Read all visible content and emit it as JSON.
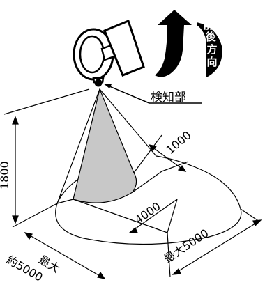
{
  "labels": {
    "detector": "検知部",
    "direction_chars": [
      "前",
      "後",
      "方",
      "向"
    ],
    "height": "1800",
    "inner_width": "1000",
    "radius": "4000",
    "max_right": "最大5000",
    "max_left_line1": "最大",
    "max_left_line2": "約5000"
  }
}
